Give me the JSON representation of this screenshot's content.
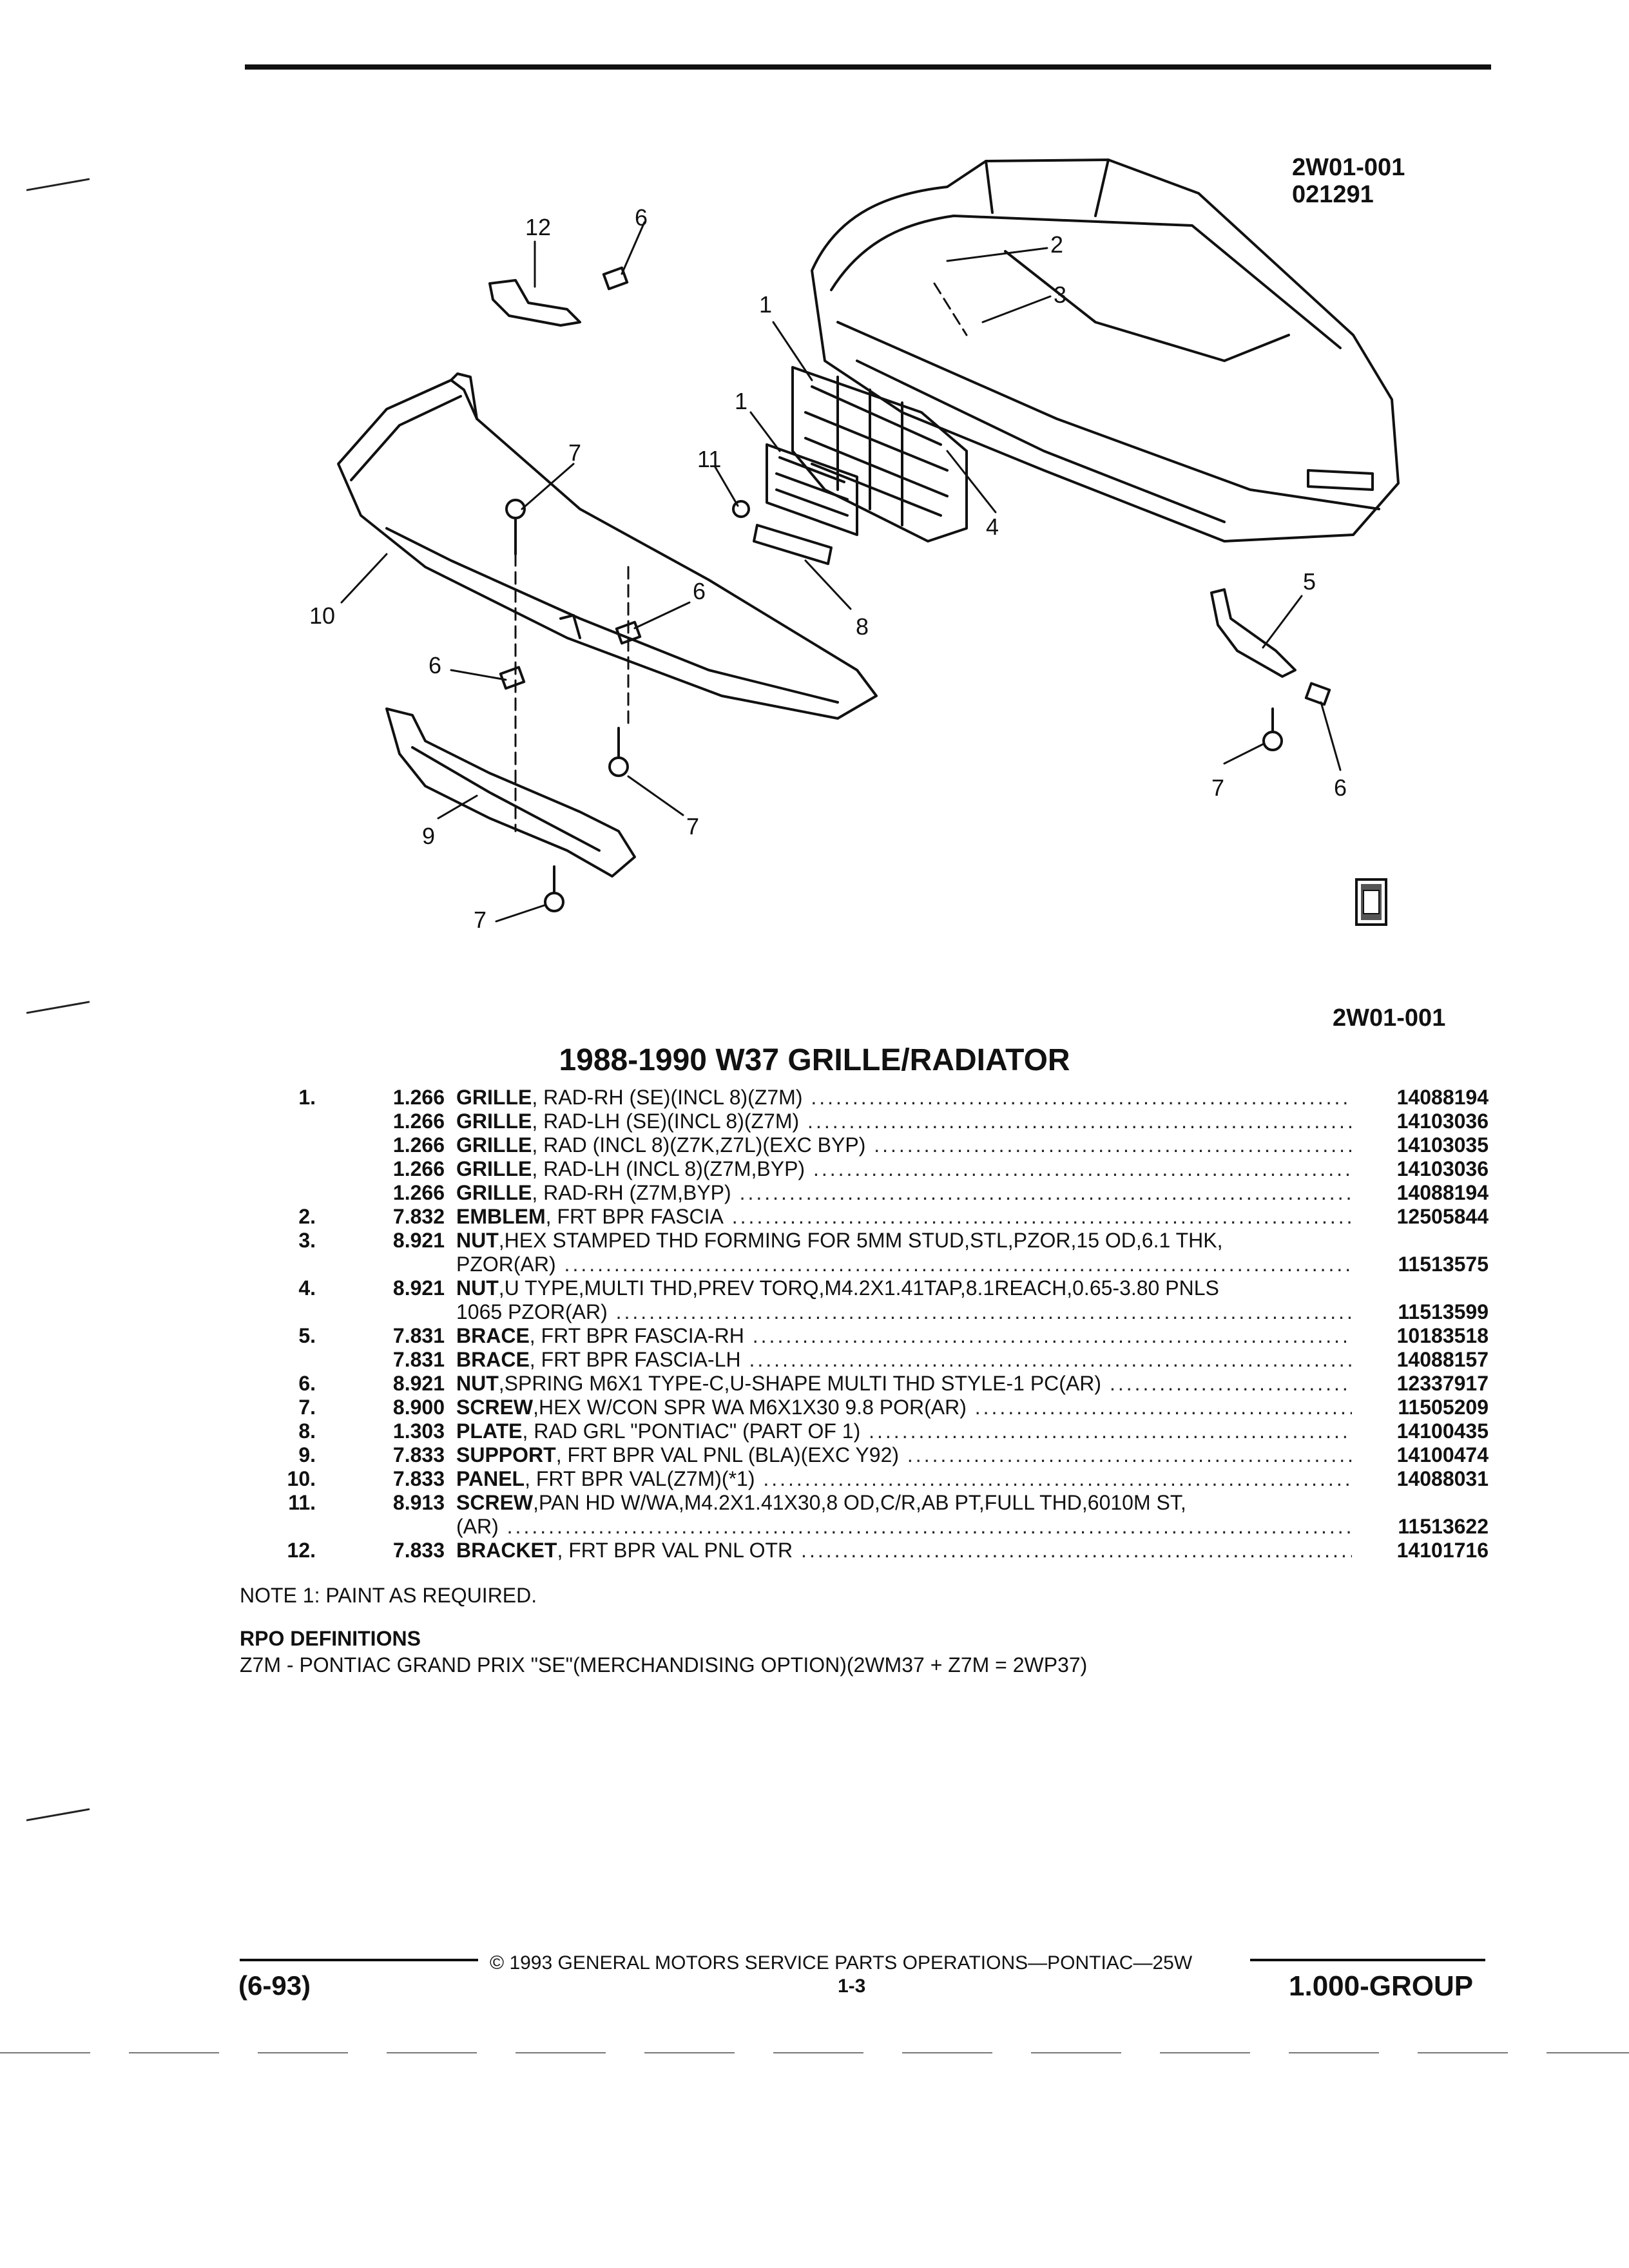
{
  "figure_id_top": "2W01-001",
  "figure_date": "021291",
  "figure_id_bottom": "2W01-001",
  "callouts": [
    "12",
    "6",
    "1",
    "2",
    "3",
    "1",
    "11",
    "7",
    "4",
    "10",
    "6",
    "6",
    "8",
    "5",
    "9",
    "7",
    "7",
    "6",
    "7"
  ],
  "title": "1988-1990 W37 GRILLE/RADIATOR",
  "parts": [
    {
      "ref": "1.",
      "grp": "1.266",
      "name": "GRILLE",
      "detail": ", RAD-RH (SE)(INCL 8)(Z7M)",
      "pn": "14088194"
    },
    {
      "ref": "",
      "grp": "1.266",
      "name": "GRILLE",
      "detail": ", RAD-LH (SE)(INCL 8)(Z7M)",
      "pn": "14103036"
    },
    {
      "ref": "",
      "grp": "1.266",
      "name": "GRILLE",
      "detail": ", RAD (INCL 8)(Z7K,Z7L)(EXC BYP)",
      "pn": "14103035"
    },
    {
      "ref": "",
      "grp": "1.266",
      "name": "GRILLE",
      "detail": ", RAD-LH (INCL 8)(Z7M,BYP)",
      "pn": "14103036"
    },
    {
      "ref": "",
      "grp": "1.266",
      "name": "GRILLE",
      "detail": ", RAD-RH (Z7M,BYP)",
      "pn": "14088194"
    },
    {
      "ref": "2.",
      "grp": "7.832",
      "name": "EMBLEM",
      "detail": ", FRT BPR FASCIA",
      "pn": "12505844"
    },
    {
      "ref": "3.",
      "grp": "8.921",
      "name": "NUT",
      "detail": ",HEX STAMPED THD FORMING FOR 5MM STUD,STL,PZOR,15 OD,6.1 THK,",
      "pn": ""
    },
    {
      "ref": "",
      "grp": "",
      "name": "",
      "detail": "PZOR(AR)",
      "pn": "11513575"
    },
    {
      "ref": "4.",
      "grp": "8.921",
      "name": "NUT",
      "detail": ",U TYPE,MULTI THD,PREV TORQ,M4.2X1.41TAP,8.1REACH,0.65-3.80 PNLS",
      "pn": ""
    },
    {
      "ref": "",
      "grp": "",
      "name": "",
      "detail": "1065 PZOR(AR)",
      "pn": "11513599"
    },
    {
      "ref": "5.",
      "grp": "7.831",
      "name": "BRACE",
      "detail": ", FRT BPR FASCIA-RH",
      "pn": "10183518"
    },
    {
      "ref": "",
      "grp": "7.831",
      "name": "BRACE",
      "detail": ", FRT BPR FASCIA-LH",
      "pn": "14088157"
    },
    {
      "ref": "6.",
      "grp": "8.921",
      "name": "NUT",
      "detail": ",SPRING M6X1 TYPE-C,U-SHAPE MULTI THD STYLE-1 PC(AR)",
      "pn": "12337917"
    },
    {
      "ref": "7.",
      "grp": "8.900",
      "name": "SCREW",
      "detail": ",HEX W/CON SPR WA M6X1X30 9.8 POR(AR)",
      "pn": "11505209"
    },
    {
      "ref": "8.",
      "grp": "1.303",
      "name": "PLATE",
      "detail": ", RAD GRL \"PONTIAC\" (PART OF 1)",
      "pn": "14100435"
    },
    {
      "ref": "9.",
      "grp": "7.833",
      "name": "SUPPORT",
      "detail": ", FRT BPR VAL PNL (BLA)(EXC Y92)",
      "pn": "14100474"
    },
    {
      "ref": "10.",
      "grp": "7.833",
      "name": "PANEL",
      "detail": ", FRT BPR VAL(Z7M)(*1)",
      "pn": "14088031"
    },
    {
      "ref": "11.",
      "grp": "8.913",
      "name": "SCREW",
      "detail": ",PAN HD W/WA,M4.2X1.41X30,8 OD,C/R,AB PT,FULL THD,6010M ST,",
      "pn": ""
    },
    {
      "ref": "",
      "grp": "",
      "name": "",
      "detail": "(AR)",
      "pn": "11513622"
    },
    {
      "ref": "12.",
      "grp": "7.833",
      "name": "BRACKET",
      "detail": ", FRT BPR VAL PNL OTR",
      "pn": "14101716"
    }
  ],
  "note": "NOTE  1:  PAINT AS REQUIRED.",
  "rpo_heading": "RPO DEFINITIONS",
  "rpo_definition": "Z7M - PONTIAC GRAND PRIX \"SE\"(MERCHANDISING OPTION)(2WM37 + Z7M = 2WP37)",
  "footer": {
    "copyright": "© 1993  GENERAL MOTORS SERVICE PARTS OPERATIONS—PONTIAC—25W",
    "page": "1-3",
    "date_code": "(6-93)",
    "group": "1.000-GROUP"
  },
  "icons": {
    "badge": "gm-spo-badge-icon"
  }
}
